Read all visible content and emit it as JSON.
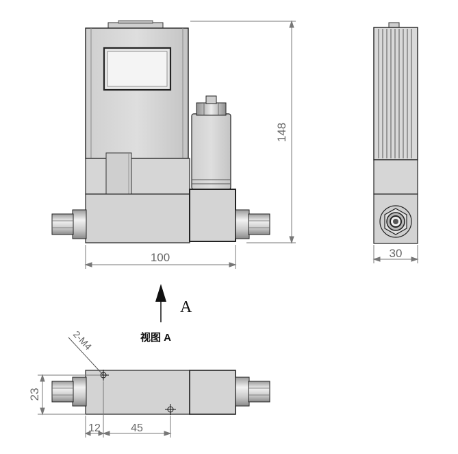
{
  "dimensions": {
    "height": "148",
    "width": "100",
    "depth": "30",
    "base_height": "23",
    "hole_offset": "12",
    "hole_spacing": "45"
  },
  "annotations": {
    "hole_callout": "2-M4",
    "arrow_letter": "A",
    "view_caption": "视图 A"
  }
}
